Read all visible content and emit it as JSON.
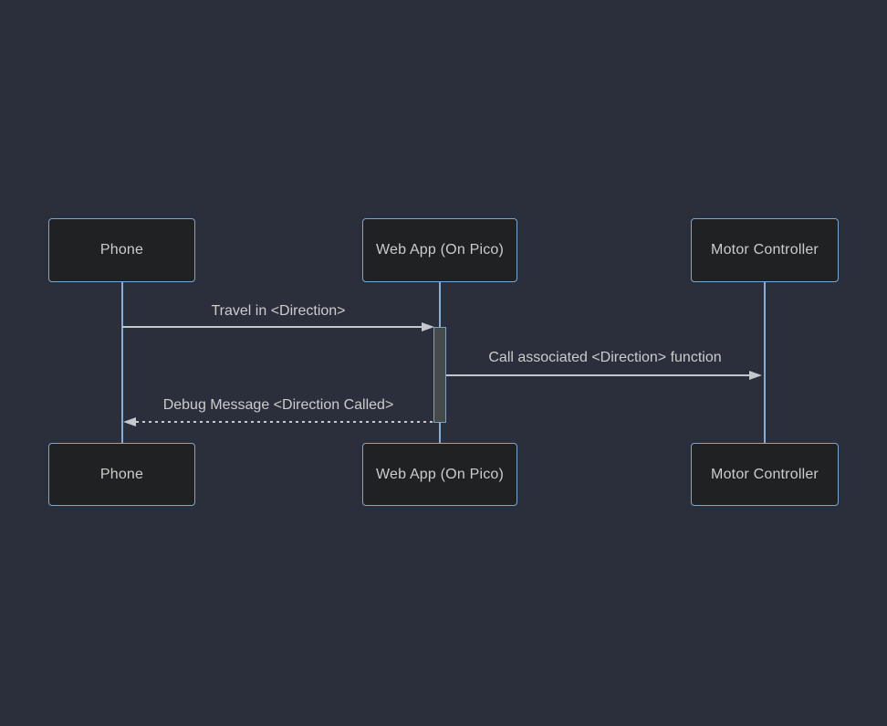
{
  "diagram": {
    "type": "sequence",
    "actors": [
      {
        "id": "phone",
        "label": "Phone"
      },
      {
        "id": "webapp",
        "label": "Web App (On Pico)"
      },
      {
        "id": "motor",
        "label": "Motor Controller"
      }
    ],
    "messages": [
      {
        "text": "Travel in <Direction>",
        "from": "phone",
        "to": "webapp",
        "line": "solid",
        "arrow": "filled"
      },
      {
        "text": "Call associated <Direction> function",
        "from": "webapp",
        "to": "motor",
        "line": "solid",
        "arrow": "filled"
      },
      {
        "text": "Debug Message <Direction Called>",
        "from": "webapp",
        "to": "phone",
        "line": "dashed",
        "arrow": "filled"
      }
    ],
    "activations": [
      {
        "actor": "webapp",
        "from_message": 0,
        "to_message": 2
      }
    ]
  },
  "colors": {
    "background": "#2a2f3b",
    "actor_fill": "#1f2122",
    "actor_border": "#7aa6d2",
    "lifeline": "#85add6",
    "signal": "#c3c8cc",
    "text": "#cccccc",
    "activation_fill": "#454a4b",
    "activation_border": "#7f9fba"
  }
}
